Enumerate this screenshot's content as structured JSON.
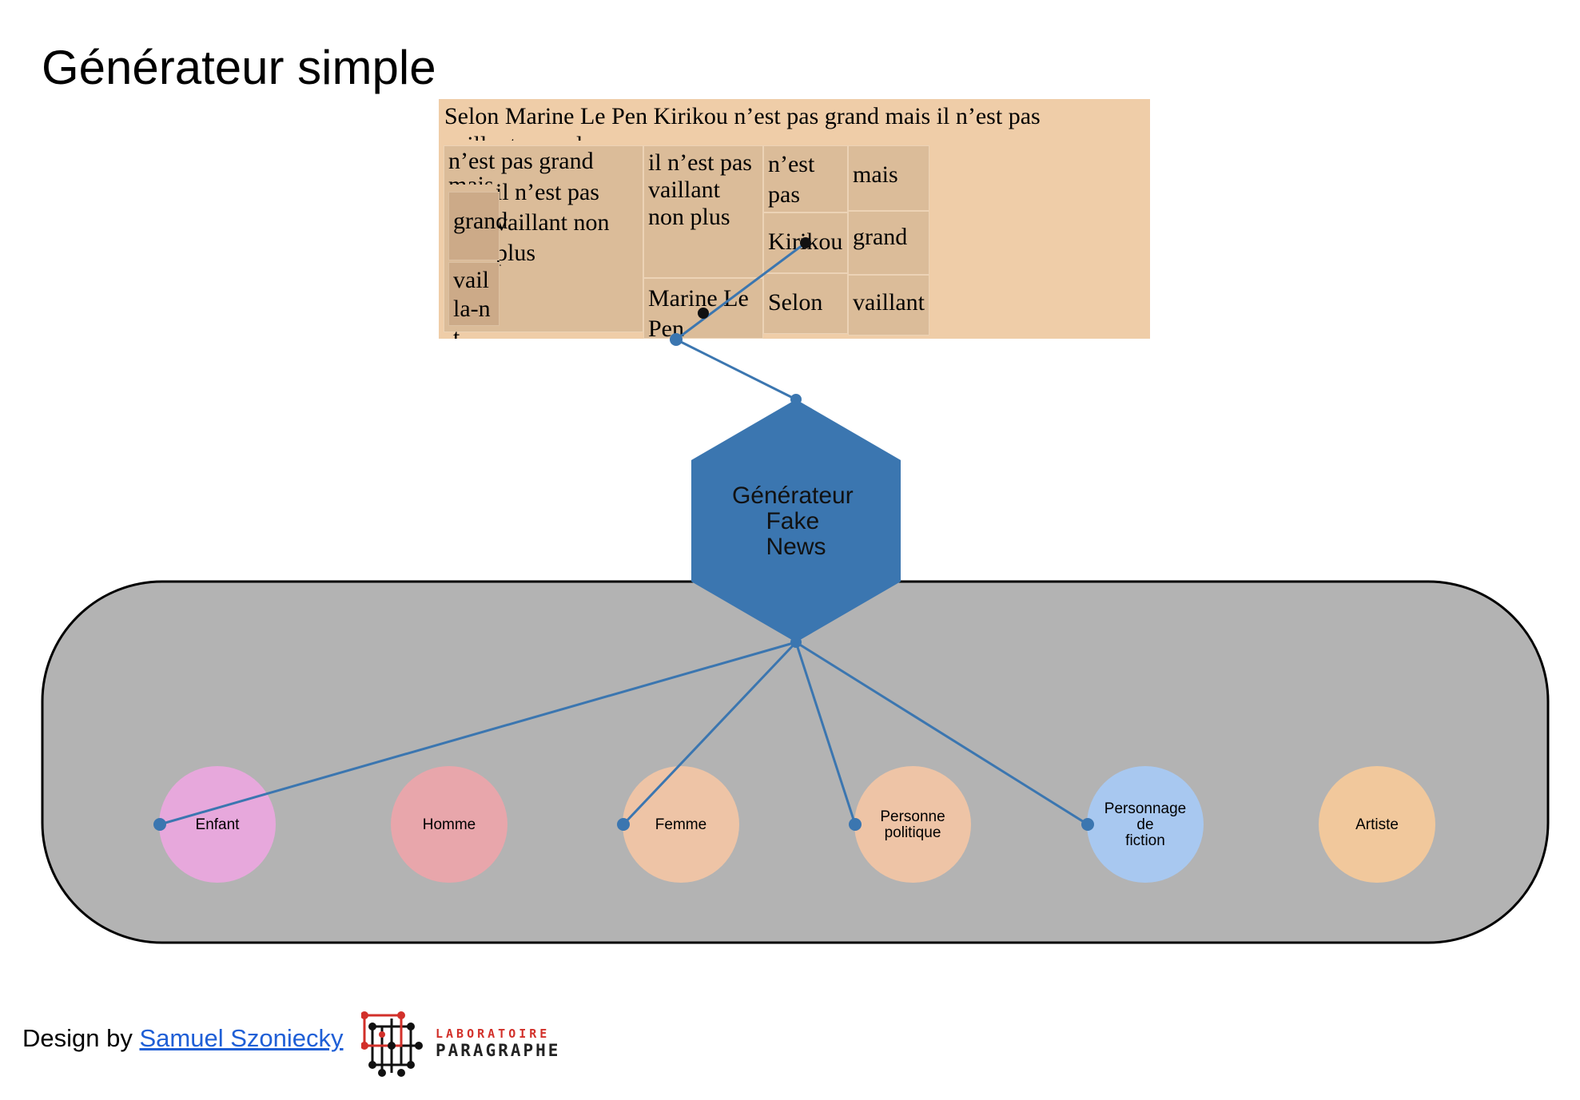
{
  "page": {
    "title": "Générateur simple"
  },
  "sentence": {
    "text": "Selon Marine Le Pen Kirikou n’est pas grand mais il n’est pas vaillant non plus",
    "cells": {
      "c1_top": "n’est pas grand mais",
      "c1_mid": "il n’est pas vaillant non plus",
      "c1_inner_top": "grand",
      "c1_inner_bottom": "vailla-nt",
      "c2_top": "il n’est pas vaillant non plus",
      "c2_bottom": "Marine Le Pen",
      "c3_top": "n’est pas",
      "c3_mid": "Kirikou",
      "c3_bottom": "Selon",
      "c4_top": "mais",
      "c4_mid": "grand",
      "c4_bottom": "vaillant"
    }
  },
  "generator": {
    "line1": "Générateur",
    "line2": "Fake",
    "line3": "News",
    "color": "#3b76b0"
  },
  "categories": [
    {
      "label_lines": [
        "Enfant"
      ],
      "color": "#e7a8dc"
    },
    {
      "label_lines": [
        "Homme"
      ],
      "color": "#e8a6ab"
    },
    {
      "label_lines": [
        "Femme"
      ],
      "color": "#eec4a6"
    },
    {
      "label_lines": [
        "Personne",
        "politique"
      ],
      "color": "#eec4a6"
    },
    {
      "label_lines": [
        "Personnage",
        "de",
        "fiction"
      ],
      "color": "#a8c8f0"
    },
    {
      "label_lines": [
        "Artiste"
      ],
      "color": "#f1c89c"
    }
  ],
  "footer": {
    "prefix": "Design by",
    "author_link": "Samuel Szoniecky",
    "logo_line1": "LABORATOIRE",
    "logo_line2": "PARAGRAPHE"
  }
}
